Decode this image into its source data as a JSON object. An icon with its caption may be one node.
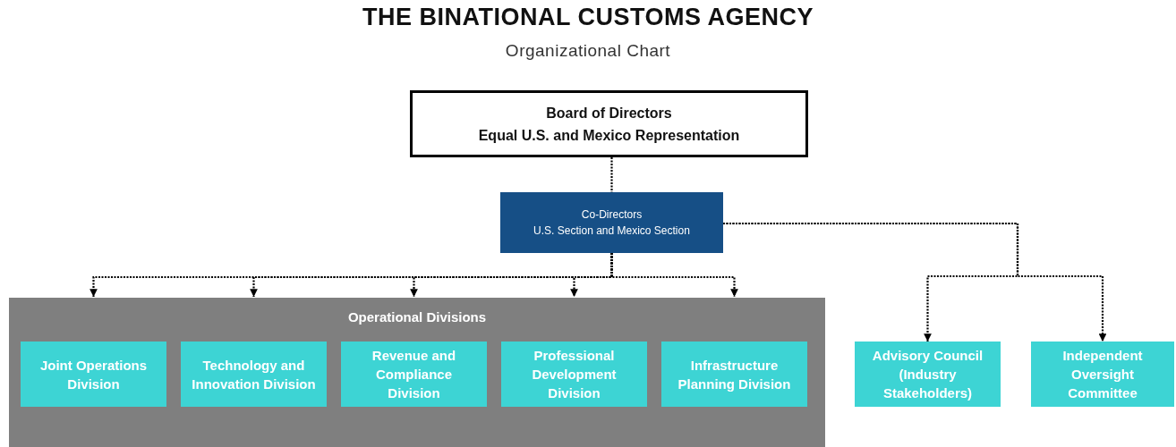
{
  "diagram": {
    "title": "THE BINATIONAL CUSTOMS AGENCY",
    "caption": "Organizational Chart",
    "nodes": [
      {
        "text": [
          "Board of Directors",
          "Equal U.S. and Mexico Representation"
        ]
      },
      {
        "text": [
          "Co-Directors",
          "U.S. Section and Mexico Section"
        ]
      },
      {
        "text": [
          "Operational Divisions"
        ]
      },
      {
        "text": [
          "Joint Operations Division"
        ],
        "in": 2
      },
      {
        "text": [
          "Technology and Innovation Division"
        ],
        "in": 2
      },
      {
        "text": [
          "Revenue and Compliance Division"
        ],
        "in": 2
      },
      {
        "text": [
          "Professional Development Division"
        ],
        "in": 2
      },
      {
        "text": [
          "Infrastructure Planning Division"
        ],
        "in": 2
      },
      {
        "text": [
          "Advisory Council (Industry Stakeholders)"
        ]
      },
      {
        "text": [
          "Independent Oversight Committee"
        ]
      }
    ],
    "edges": [
      {
        "from": 0,
        "to": 1,
        "arrow": "none"
      },
      {
        "from": 1,
        "to": 3,
        "arrow": "to"
      },
      {
        "from": 1,
        "to": 4,
        "arrow": "to"
      },
      {
        "from": 1,
        "to": 5,
        "arrow": "to"
      },
      {
        "from": 1,
        "to": 6,
        "arrow": "to"
      },
      {
        "from": 1,
        "to": 7,
        "arrow": "to"
      },
      {
        "from": 1,
        "to": 8,
        "arrow": "to"
      },
      {
        "from": 1,
        "to": 9,
        "arrow": "to"
      }
    ]
  }
}
